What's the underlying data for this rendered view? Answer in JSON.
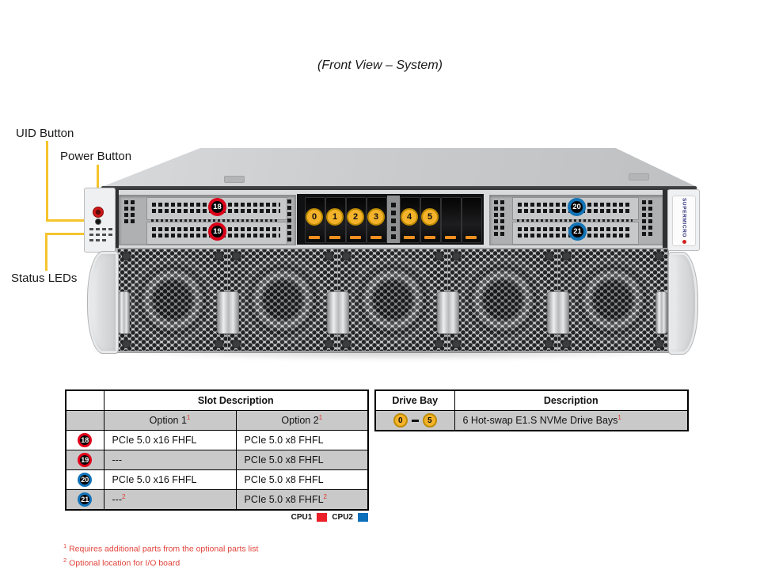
{
  "title": "(Front View – System)",
  "labels": {
    "uid": "UID Button",
    "power": "Power Button",
    "status": "Status LEDs"
  },
  "chassis": {
    "brand": "SUPERMICRO",
    "slot_callouts": [
      {
        "num": "18",
        "cpu": "CPU1",
        "color": "red"
      },
      {
        "num": "19",
        "cpu": "CPU1",
        "color": "red"
      },
      {
        "num": "20",
        "cpu": "CPU2",
        "color": "blue"
      },
      {
        "num": "21",
        "cpu": "CPU2",
        "color": "blue"
      }
    ],
    "drive_bay_numbers": [
      "0",
      "1",
      "2",
      "3",
      "4",
      "5"
    ]
  },
  "slot_table": {
    "title": "Slot Description",
    "option1": {
      "label": "Option 1",
      "sup": "1"
    },
    "option2": {
      "label": "Option 2",
      "sup": "1"
    },
    "rows": [
      {
        "num": "18",
        "color": "red",
        "opt1": "PCIe 5.0 x16 FHFL",
        "opt1_sup": "",
        "opt2": "PCIe 5.0 x8 FHFL",
        "opt2_sup": ""
      },
      {
        "num": "19",
        "color": "red",
        "opt1": "---",
        "opt1_sup": "",
        "opt2": "PCIe 5.0 x8 FHFL",
        "opt2_sup": ""
      },
      {
        "num": "20",
        "color": "blue",
        "opt1": "PCIe 5.0 x16 FHFL",
        "opt1_sup": "",
        "opt2": "PCIe 5.0 x8 FHFL",
        "opt2_sup": ""
      },
      {
        "num": "21",
        "color": "blue",
        "opt1": "---",
        "opt1_sup": "2",
        "opt2": "PCIe 5.0 x8 FHFL",
        "opt2_sup": "2"
      }
    ]
  },
  "drive_table": {
    "col_bay": "Drive Bay",
    "col_desc": "Description",
    "bay_from": "0",
    "bay_to": "5",
    "description": "6 Hot-swap E1.S NVMe Drive Bays",
    "description_sup": "1"
  },
  "legend": {
    "cpu1": "CPU1",
    "cpu2": "CPU2",
    "cpu1_color": "#ec2028",
    "cpu2_color": "#0c6fba"
  },
  "footnotes": [
    {
      "sup": "1",
      "text": "Requires additional parts from the optional parts list"
    },
    {
      "sup": "2",
      "text": "Optional location for I/O board"
    }
  ],
  "colors": {
    "callout_red": "#da0018",
    "callout_blue": "#1173b5",
    "bay_yellow": "#f4b32a",
    "line_yellow": "#f5c42c",
    "footnote_red": "#e2443b"
  }
}
